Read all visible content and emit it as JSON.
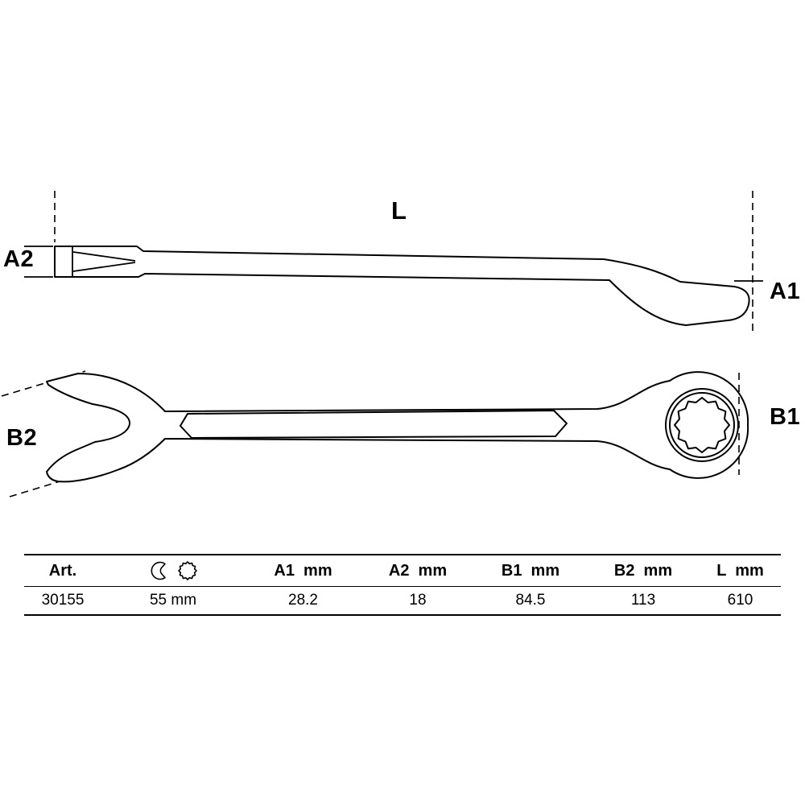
{
  "page": {
    "background": "#ffffff",
    "line_color": "#000000"
  },
  "diagram": {
    "length_label": "L",
    "a1_label": "A1",
    "a2_label": "A2",
    "b1_label": "B1",
    "b2_label": "B2"
  },
  "table": {
    "header": {
      "art": "Art.",
      "a1": "A1  mm",
      "a2": "A2  mm",
      "b1": "B1  mm",
      "b2": "B2  mm",
      "l": "L  mm"
    },
    "icons": {
      "open_end": "open-end-wrench-icon",
      "ring": "twelve-point-ring-icon"
    },
    "row": {
      "art": "30155",
      "size": "55 mm",
      "a1": "28.2",
      "a2": "18",
      "b1": "84.5",
      "b2": "113",
      "l": "610"
    }
  }
}
